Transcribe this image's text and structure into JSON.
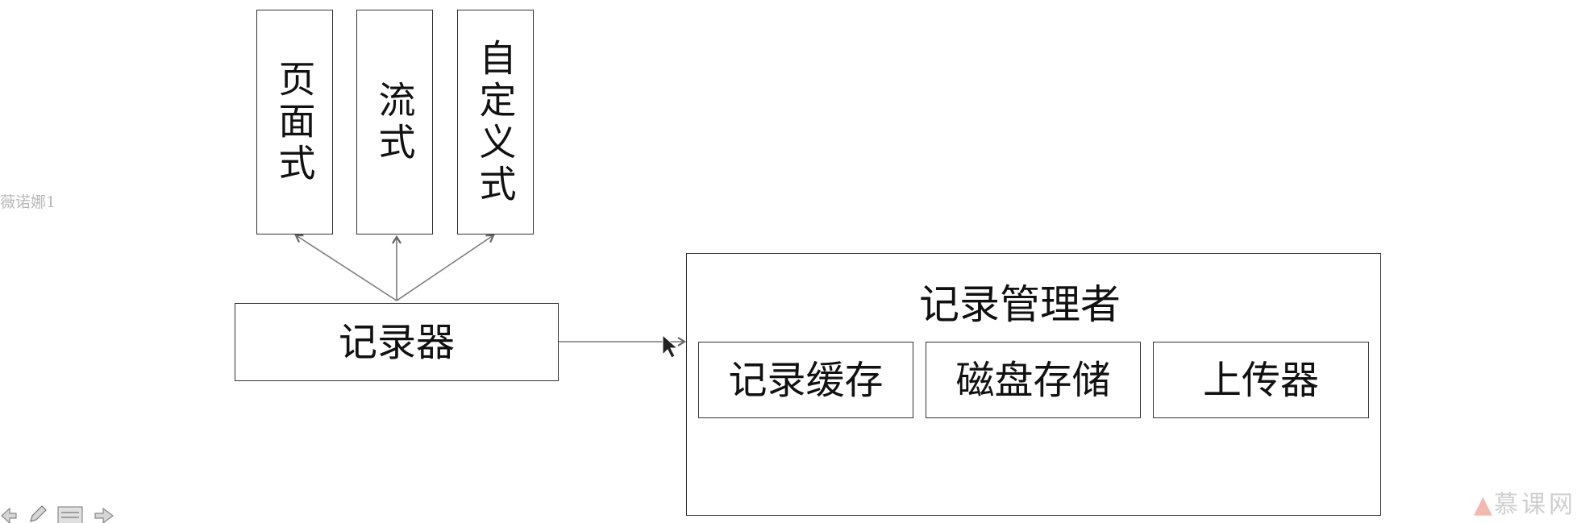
{
  "diagram": {
    "formats": [
      {
        "id": "page",
        "label": "页面式"
      },
      {
        "id": "stream",
        "label": "流式"
      },
      {
        "id": "custom",
        "label": "自定义式"
      }
    ],
    "recorder": {
      "label": "记录器"
    },
    "manager": {
      "title": "记录管理者",
      "components": [
        {
          "id": "cache",
          "label": "记录缓存"
        },
        {
          "id": "disk",
          "label": "磁盘存储"
        },
        {
          "id": "uploader",
          "label": "上传器"
        }
      ]
    }
  },
  "watermark": {
    "left_text": "薇诺娜1",
    "logo_text": "慕课网"
  },
  "colors": {
    "line": "#333333",
    "arrow": "#7a7a7a",
    "watermark": "#b9b9b9"
  }
}
